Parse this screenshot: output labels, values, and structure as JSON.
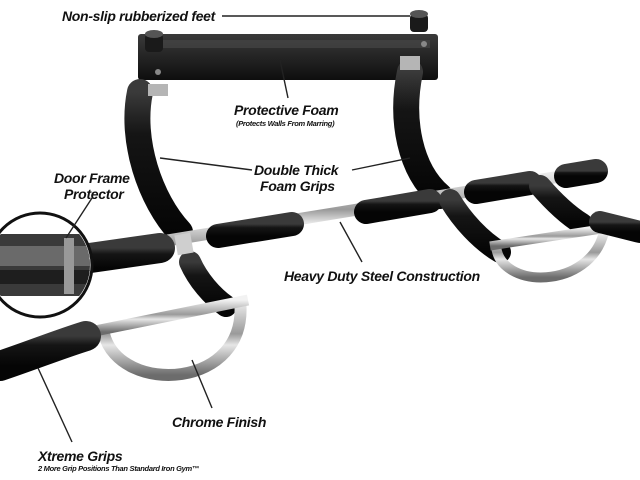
{
  "labels": {
    "feet": "Non-slip rubberized feet",
    "protective_foam": "Protective Foam",
    "protective_foam_note": "(Protects Walls From Marring)",
    "foam_grips_line1": "Double Thick",
    "foam_grips_line2": "Foam Grips",
    "door_frame_line1": "Door Frame",
    "door_frame_line2": "Protector",
    "steel": "Heavy Duty Steel Construction",
    "chrome": "Chrome Finish",
    "xtreme": "Xtreme Grips",
    "xtreme_note": "2 More Grip Positions Than Standard Iron Gym™"
  },
  "colors": {
    "foam": "#111111",
    "frame": "#1a1a1a",
    "chrome": "#c8c8c8",
    "leader": "#222222"
  }
}
